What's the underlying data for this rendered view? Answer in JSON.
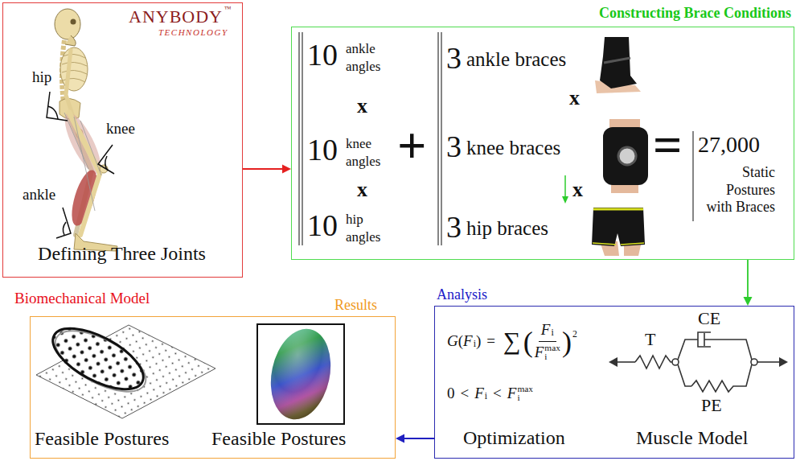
{
  "diagram": {
    "nodes": [
      {
        "text": [
          "Biomechanical Model",
          "Defining Three Joints"
        ]
      },
      {
        "text": [
          "Constructing Brace Conditions"
        ]
      },
      {
        "text": [
          "Analysis",
          "Optimization",
          "Muscle Model"
        ]
      },
      {
        "text": [
          "Results",
          "Feasible Postures",
          "Feasible Postures"
        ]
      }
    ],
    "edges": [
      {
        "from": 0,
        "to": 1,
        "arrow": "to"
      },
      {
        "from": 1,
        "to": 2,
        "arrow": "to"
      },
      {
        "from": 2,
        "to": 3,
        "arrow": "to"
      }
    ],
    "labels": [
      "ANYBODY",
      "™",
      "TECHNOLOGY",
      "hip",
      "knee",
      "ankle",
      "10",
      "ankle angles",
      "x",
      "10",
      "knee angles",
      "x",
      "10",
      "hip angles",
      "+",
      "3",
      "ankle braces",
      "x",
      "3",
      "knee braces",
      "x",
      "3",
      "hip braces",
      "=",
      "27,000",
      "Static Postures with Braces",
      "G",
      "(",
      "F",
      "i",
      ")",
      "=",
      "∑",
      "(",
      "F",
      "i",
      "F",
      "i",
      "max",
      ")",
      "2",
      "0",
      "<",
      "F",
      "i",
      "<",
      "F",
      "i",
      "max",
      "T",
      "CE",
      "PE"
    ]
  }
}
